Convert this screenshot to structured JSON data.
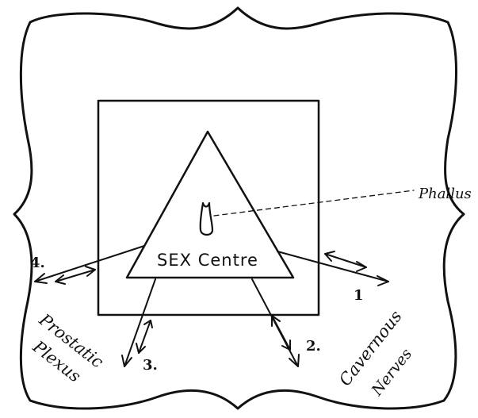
{
  "diagram": {
    "center_label": "SEX Centre",
    "phallus_label": "Phallus",
    "arrow_labels": [
      "1",
      "2.",
      "3.",
      "4."
    ],
    "prostatic_label": [
      "Prostatic",
      "Plexus"
    ],
    "cavernous_label": [
      "Cavernous",
      "Nerves"
    ]
  }
}
